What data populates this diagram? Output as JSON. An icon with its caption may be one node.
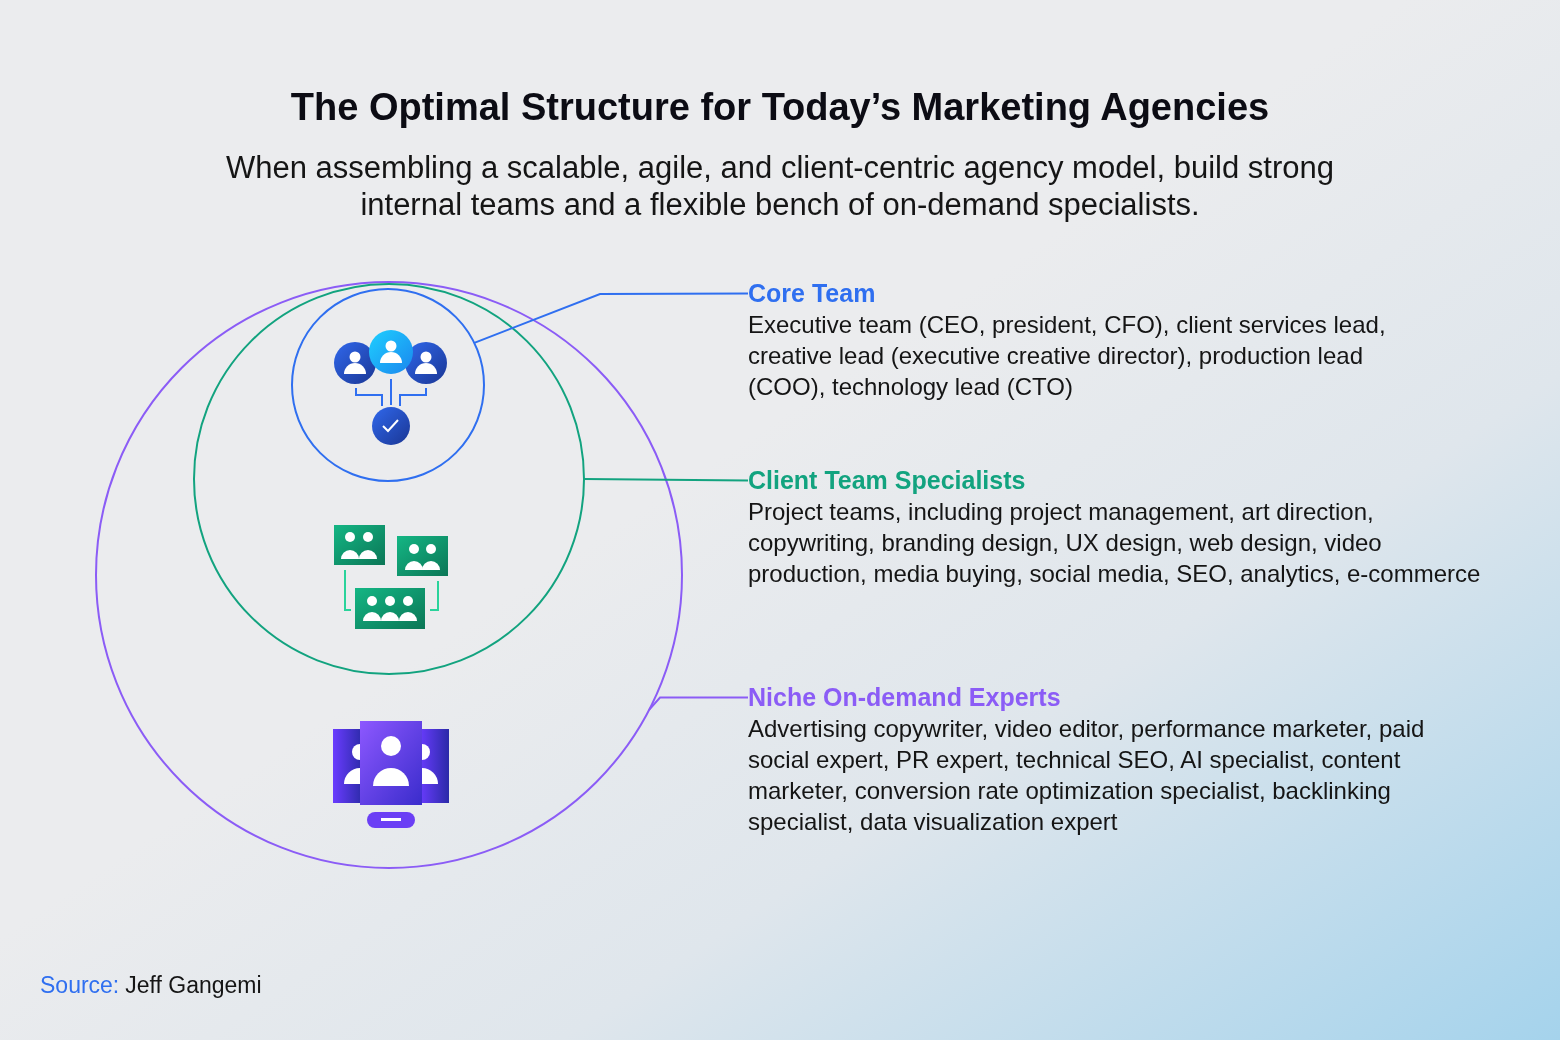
{
  "diagram": {
    "title": "The Optimal Structure for Today’s Marketing Agencies",
    "nodes": [
      {
        "text": [],
        "shape": "circle"
      },
      {
        "text": [],
        "shape": "circle",
        "in": 0
      },
      {
        "text": [],
        "shape": "circle",
        "in": 1
      },
      {
        "text": [
          "Core Team",
          "Executive team (CEO, president, CFO), client services lead, creative lead (executive creative director), production lead (COO), technology lead (CTO)"
        ]
      },
      {
        "text": [
          "Client Team Specialists",
          "Project teams, including project management, art direction, copywriting, branding design, UX design, web design, video production, media buying, social media, SEO, analytics, e-commerce"
        ]
      },
      {
        "text": [
          "Niche On-demand Experts",
          "Advertising copywriter, video editor, performance marketer, paid social expert, PR expert, technical SEO, AI specialist, content marketer, conversion rate optimization specialist, backlinking specialist, data visualization expert"
        ]
      }
    ],
    "edges": [
      {
        "from": 2,
        "to": 3,
        "arrow": "none",
        "color": "#2f6ff0"
      },
      {
        "from": 1,
        "to": 4,
        "arrow": "none",
        "color": "#12a37f"
      },
      {
        "from": 0,
        "to": 5,
        "arrow": "none",
        "color": "#8b5cf6"
      }
    ],
    "labels": [
      "When assembling a scalable, agile, and client-centric agency model, build strong internal teams and a flexible bench of on-demand specialists.",
      "Source:",
      "Jeff Gangemi"
    ]
  }
}
